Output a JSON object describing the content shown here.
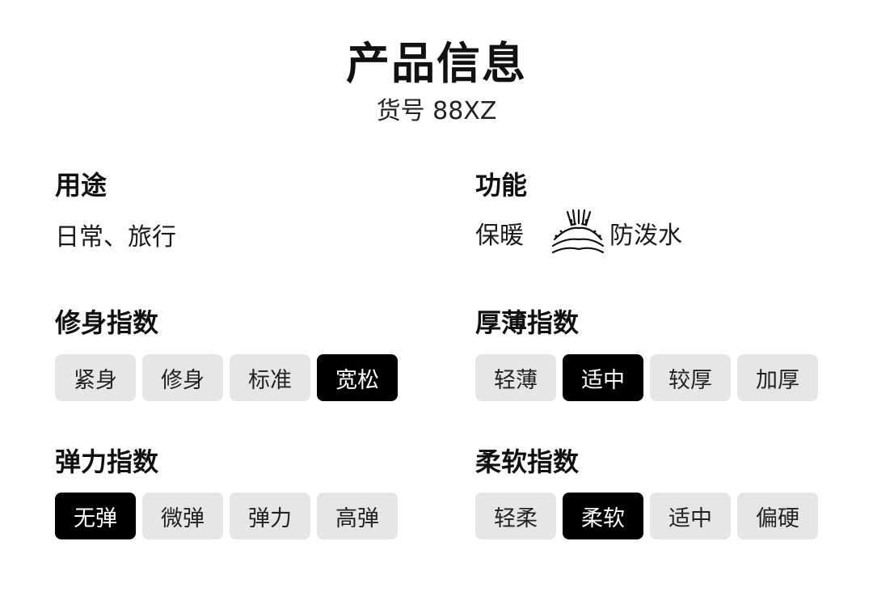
{
  "header": {
    "title": "产品信息",
    "subtitle": "货号 88XZ"
  },
  "usage": {
    "title": "用途",
    "value": "日常、旅行"
  },
  "function": {
    "title": "功能",
    "warm": "保暖",
    "water": "防泼水",
    "water_icon": "water-repellent-icon"
  },
  "fit": {
    "title": "修身指数",
    "options": [
      "紧身",
      "修身",
      "标准",
      "宽松"
    ],
    "selected": "宽松"
  },
  "thickness": {
    "title": "厚薄指数",
    "options": [
      "轻薄",
      "适中",
      "较厚",
      "加厚"
    ],
    "selected": "适中"
  },
  "elasticity": {
    "title": "弹力指数",
    "options": [
      "无弹",
      "微弹",
      "弹力",
      "高弹"
    ],
    "selected": "无弹"
  },
  "softness": {
    "title": "柔软指数",
    "options": [
      "轻柔",
      "柔软",
      "适中",
      "偏硬"
    ],
    "selected": "柔软"
  },
  "colors": {
    "selected_bg": "#000000",
    "selected_fg": "#ffffff",
    "tag_bg": "#e6e6e6"
  }
}
